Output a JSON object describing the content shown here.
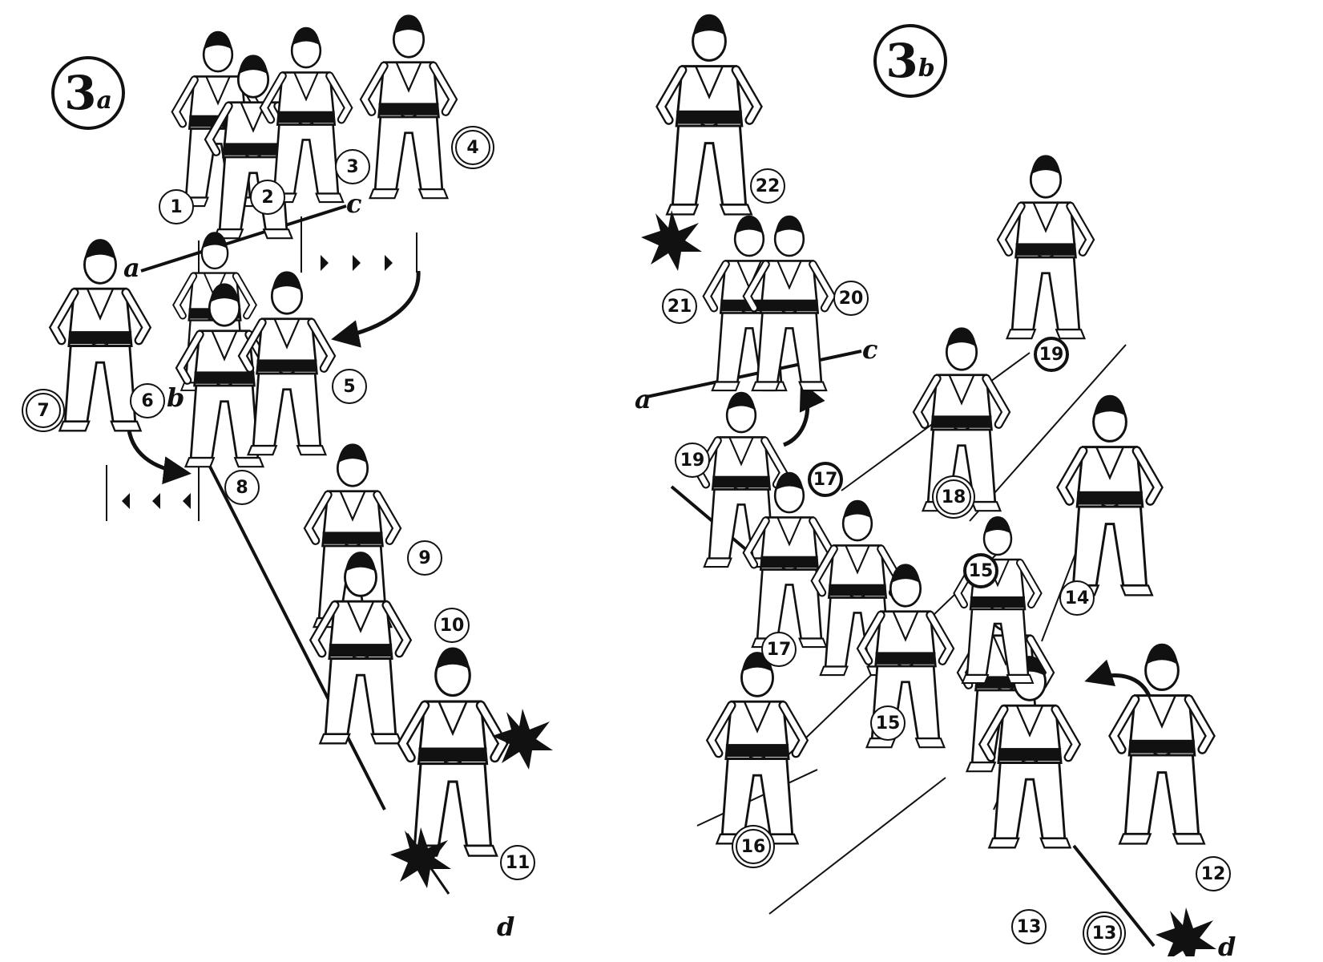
{
  "panels": [
    {
      "id": "3a",
      "number": "3",
      "suffix": "a"
    },
    {
      "id": "3b",
      "number": "3",
      "suffix": "b"
    }
  ],
  "panel_3a": {
    "points": [
      "a",
      "b",
      "c",
      "d"
    ],
    "steps": [
      "1",
      "2",
      "3",
      "4",
      "5",
      "6",
      "7",
      "8",
      "9",
      "10",
      "11"
    ]
  },
  "panel_3b": {
    "points": [
      "a",
      "c",
      "d"
    ],
    "steps": [
      "12",
      "13",
      "13",
      "14",
      "15",
      "15",
      "16",
      "17",
      "17",
      "18",
      "19",
      "19",
      "20",
      "21",
      "22"
    ]
  },
  "colors": {
    "ink": "#111111",
    "paper": "#ffffff",
    "gi": "#ffffff",
    "belt": "#111111"
  },
  "icons": [
    "kiai-burst-icon",
    "movement-arrow-icon",
    "step-direction-arrow-icon",
    "karateka-figure-icon"
  ]
}
